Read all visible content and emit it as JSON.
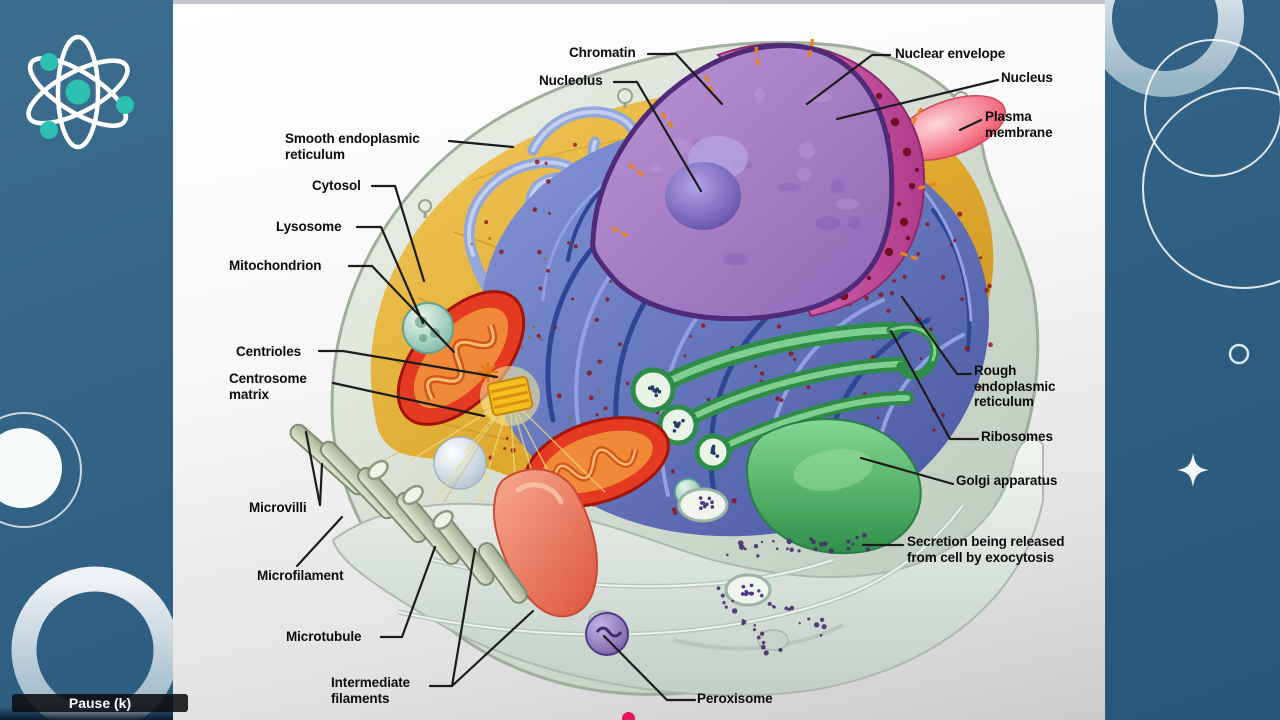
{
  "player": {
    "pause_tooltip": "Pause (k)"
  },
  "icons": {
    "logo": "atom-icon",
    "sparkle": "sparkle-icon",
    "decor": "circle-rings"
  },
  "theme": {
    "background_teal": "#316184",
    "accent_teal": "#2cc0b0",
    "panel_light": "#f4f4f4",
    "label_text": "#0c0c0c",
    "pointer_line": "#1c1c1c",
    "progress_red": "#e3175a"
  },
  "diagram": {
    "labels": {
      "smooth_er": "Smooth endoplasmic\nreticulum",
      "cytosol": "Cytosol",
      "lysosome": "Lysosome",
      "mitochondrion": "Mitochondrion",
      "centrioles": "Centrioles",
      "centrosome_matrix": "Centrosome\nmatrix",
      "microvilli": "Microvilli",
      "microfilament": "Microfilament",
      "microtubule": "Microtubule",
      "intermediate_filaments": "Intermediate\nfilaments",
      "chromatin": "Chromatin",
      "nucleolus": "Nucleolus",
      "nuclear_envelope": "Nuclear envelope",
      "nucleus": "Nucleus",
      "plasma_membrane": "Plasma\nmembrane",
      "rough_er": "Rough\nendoplasmic\nreticulum",
      "ribosomes": "Ribosomes",
      "golgi_apparatus": "Golgi apparatus",
      "secretion": "Secretion being released\nfrom cell by exocytosis",
      "peroxisome": "Peroxisome"
    }
  }
}
